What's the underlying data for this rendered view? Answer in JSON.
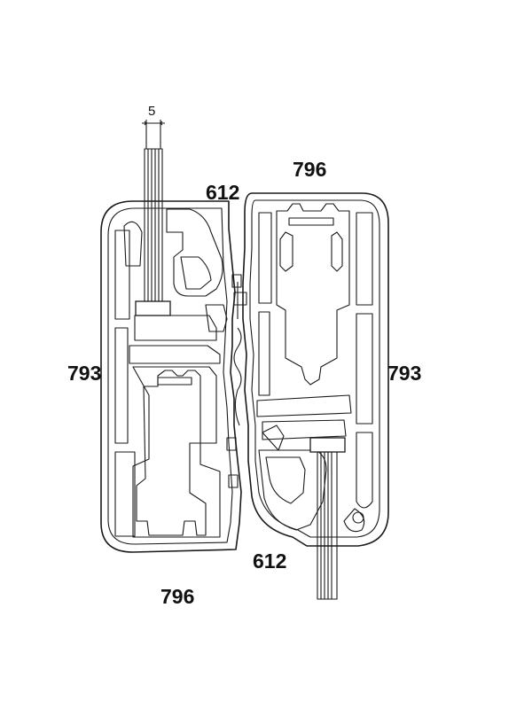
{
  "labels": {
    "top_width": "796",
    "bottom_width": "796",
    "left_height": "793",
    "right_height": "793",
    "upper_gap": "612",
    "lower_gap": "612",
    "glass_thickness": "5"
  }
}
